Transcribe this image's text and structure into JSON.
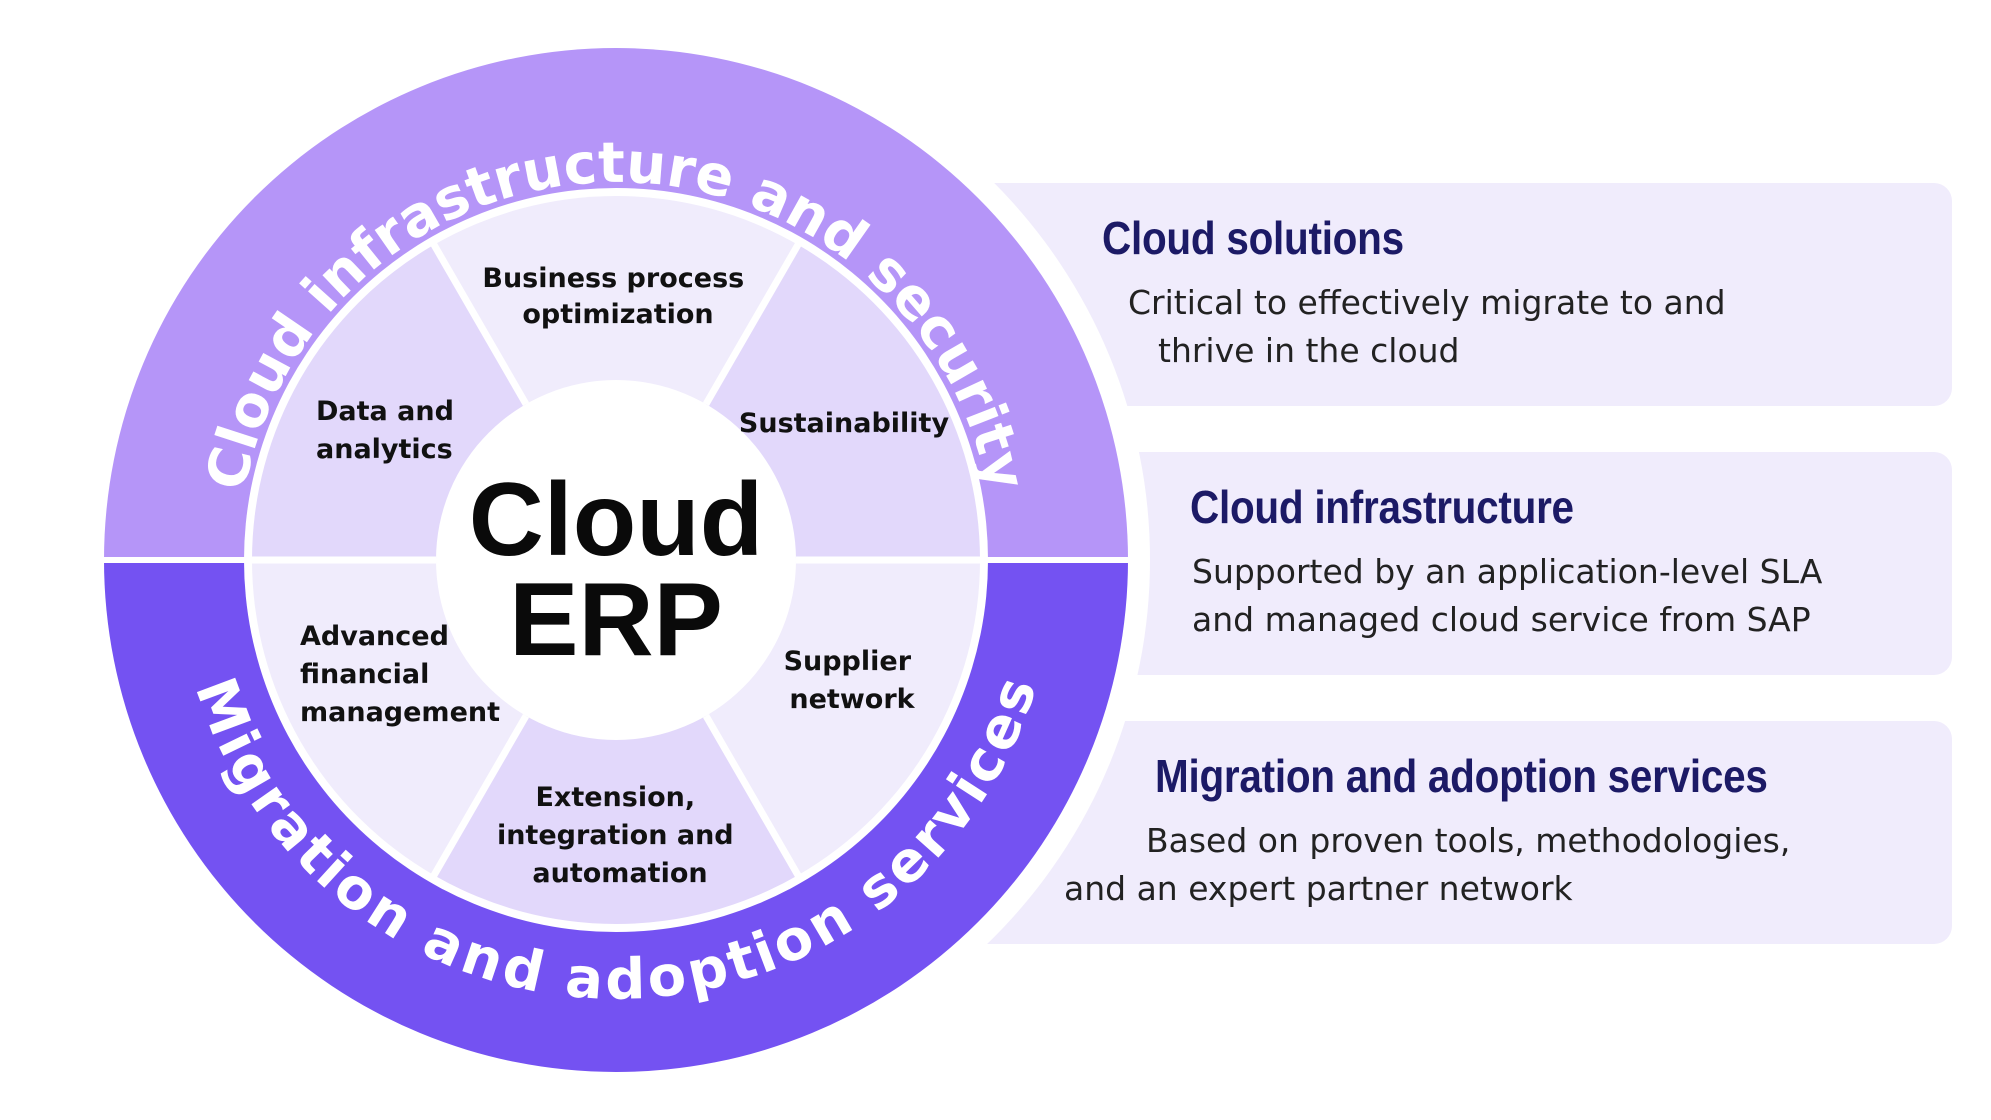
{
  "center": {
    "line1": "Cloud",
    "line2": "ERP"
  },
  "outer_ring": {
    "top_label": "Cloud infrastructure and security",
    "bottom_label": "Migration and adoption services",
    "top_color": "#b595f8",
    "bottom_color": "#7452f2"
  },
  "segments": [
    {
      "lines": [
        "Business process",
        "optimization"
      ]
    },
    {
      "lines": [
        "Sustainability"
      ]
    },
    {
      "lines": [
        "Supplier",
        "network"
      ]
    },
    {
      "lines": [
        "Extension,",
        "integration and",
        "automation"
      ]
    },
    {
      "lines": [
        "Advanced",
        "financial",
        "management"
      ]
    },
    {
      "lines": [
        "Data and",
        "analytics"
      ]
    }
  ],
  "segment_colors": {
    "light": "#f0ecfc",
    "dark": "#e2d8fb"
  },
  "panels": [
    {
      "title": "Cloud solutions",
      "description": [
        "Critical to effectively migrate to and",
        "thrive in the cloud"
      ]
    },
    {
      "title": "Cloud infrastructure",
      "description": [
        "Supported by an application-level SLA",
        "and managed cloud service from SAP"
      ]
    },
    {
      "title": "Migration and adoption services",
      "description": [
        "Based on proven tools, methodologies,",
        "and an expert partner network"
      ]
    }
  ],
  "colors": {
    "panel_bg": "#f0ecfc",
    "title": "#1c1a66"
  }
}
